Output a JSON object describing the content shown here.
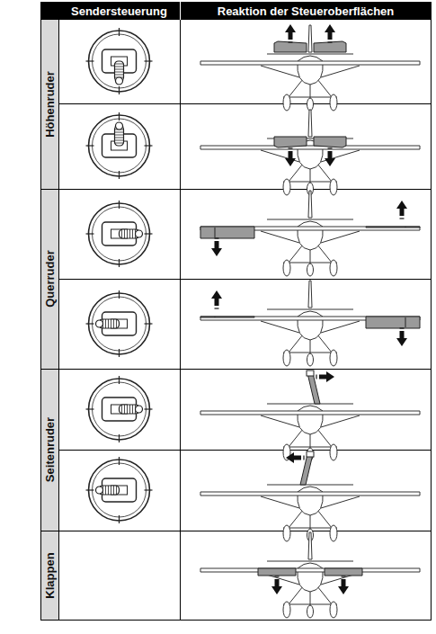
{
  "diagram": {
    "labels": [
      "Sendersteuerung",
      "Reaktion der Steueroberflächen",
      "Höhenruder",
      "Querruder",
      "Seitenruder",
      "Klappen"
    ]
  }
}
